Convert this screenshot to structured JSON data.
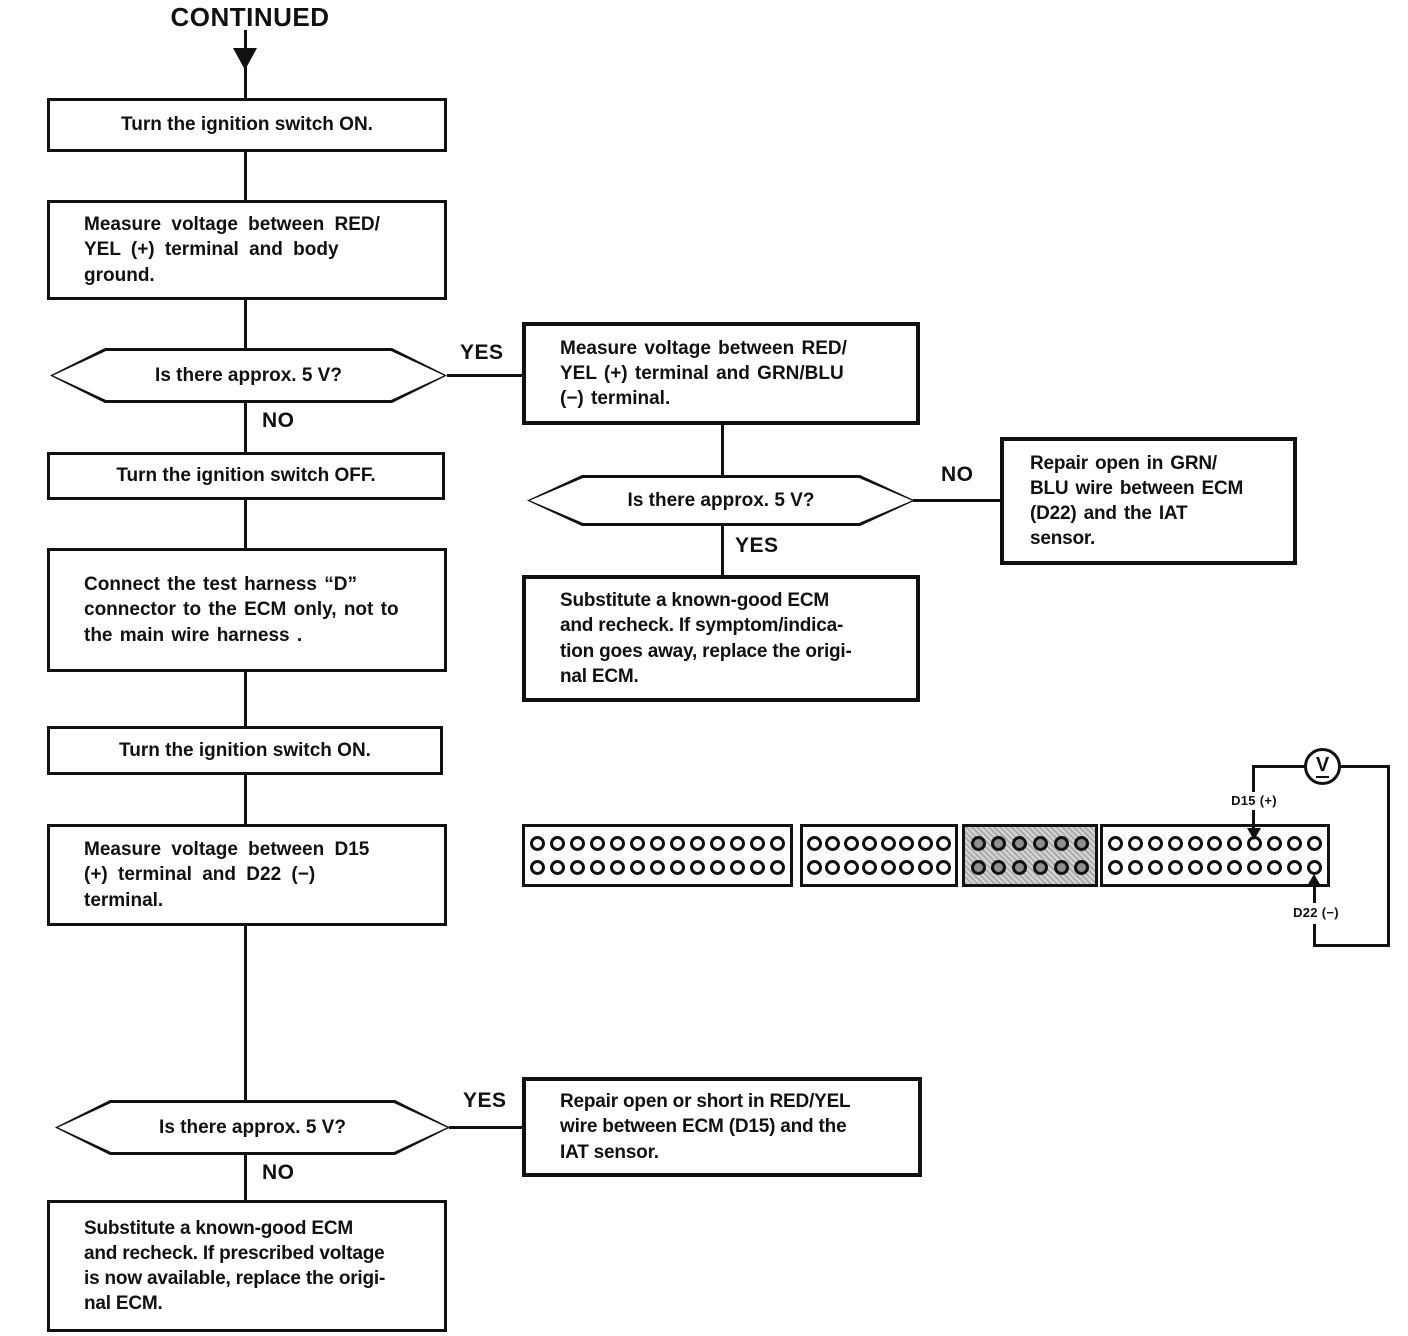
{
  "title": "CONTINUED",
  "labels": {
    "yes": "YES",
    "no": "NO"
  },
  "flow": {
    "ignition_on_1": "Turn the ignition switch ON.",
    "measure_body": "Measure voltage between RED/\nYEL (+) terminal and body\nground.",
    "decision_1": "Is there approx. 5 V?",
    "ignition_off": "Turn the ignition switch OFF.",
    "connect_harness": "Connect the test harness “D”\nconnector to the ECM only, not to\nthe main wire harness .",
    "ignition_on_2": "Turn the ignition switch ON.",
    "measure_d15_d22": "Measure voltage between D15\n(+) terminal and D22 (−)\nterminal.",
    "decision_3": "Is there approx. 5 V?",
    "substitute_prescribed": "Substitute a known-good ECM\nand recheck. If prescribed voltage\nis now available, replace the origi-\nnal ECM.",
    "measure_grn_blu": "Measure voltage between RED/\nYEL (+) terminal and GRN/BLU\n(−) terminal.",
    "decision_2": "Is there approx. 5 V?",
    "substitute_symptom": "Substitute a known-good ECM\nand recheck. If symptom/indica-\ntion goes away, replace the origi-\nnal ECM.",
    "repair_grn_blu": "Repair open in GRN/\nBLU wire between ECM\n(D22) and the IAT\nsensor.",
    "repair_red_yel": "Repair open or short in RED/YEL\nwire between ECM (D15) and the\nIAT sensor."
  },
  "connector": {
    "segments": [
      {
        "pins_per_row": 13,
        "rows": 2,
        "shaded": false
      },
      {
        "pins_per_row": 8,
        "rows": 2,
        "shaded": false
      },
      {
        "pins_per_row": 6,
        "rows": 2,
        "shaded": true
      },
      {
        "pins_per_row": 11,
        "rows": 2,
        "shaded": false
      }
    ],
    "d15_label": "D15 (+)",
    "d22_label": "D22 (−)",
    "voltmeter": "V"
  },
  "colors": {
    "ink": "#111111",
    "paper": "#ffffff"
  }
}
